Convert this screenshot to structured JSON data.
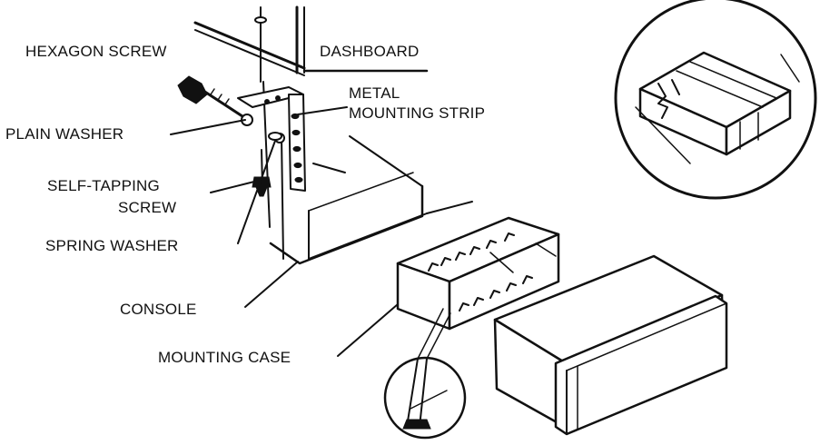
{
  "labels": {
    "hexagon_screw": "HEXAGON SCREW",
    "dashboard": "DASHBOARD",
    "metal_line1": "METAL",
    "metal_line2": "MOUNTING STRIP",
    "plain_washer": "PLAIN WASHER",
    "self_tapping_line1": "SELF-TAPPING",
    "self_tapping_line2": "SCREW",
    "spring_washer": "SPRING WASHER",
    "console": "CONSOLE",
    "mounting_case": "MOUNTING CASE"
  },
  "colors": {
    "ink": "#111111",
    "background": "#ffffff"
  }
}
